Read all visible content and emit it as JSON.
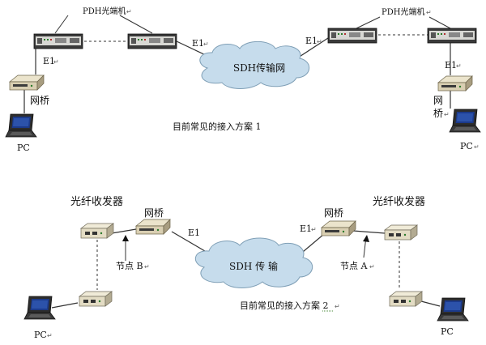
{
  "scheme1": {
    "caption": "目前常见的接入方案 1",
    "left": {
      "pdh_label": "PDH光端机",
      "e1_vertical": "E1",
      "e1_to_cloud": "E1",
      "bridge_label": "网桥",
      "pc_label": "PC"
    },
    "cloud_label": "SDH传输网",
    "right": {
      "pdh_label": "PDH光端机",
      "e1_from_cloud": "E1",
      "e1_vertical": "E1",
      "bridge_label_1": "网",
      "bridge_label_2": "桥",
      "pc_label": "PC"
    }
  },
  "scheme2": {
    "caption": "目前常见的接入方案 2",
    "left": {
      "transceiver_label": "光纤收发器",
      "bridge_label": "网桥",
      "e1_label": "E1",
      "node_label": "节点 B",
      "pc_label": "PC"
    },
    "cloud_label": "SDH 传 输",
    "right": {
      "e1_label": "E1",
      "bridge_label": "网桥",
      "transceiver_label": "光纤收发器",
      "node_label": "节点 A",
      "pc_label": "PC"
    }
  },
  "colors": {
    "cloud_fill": "#c6dcec",
    "cloud_stroke": "#7f9fb6",
    "device_dark": "#2b2b2b",
    "device_light": "#e9e9e6",
    "bridge_body": "#d9cfb2"
  }
}
